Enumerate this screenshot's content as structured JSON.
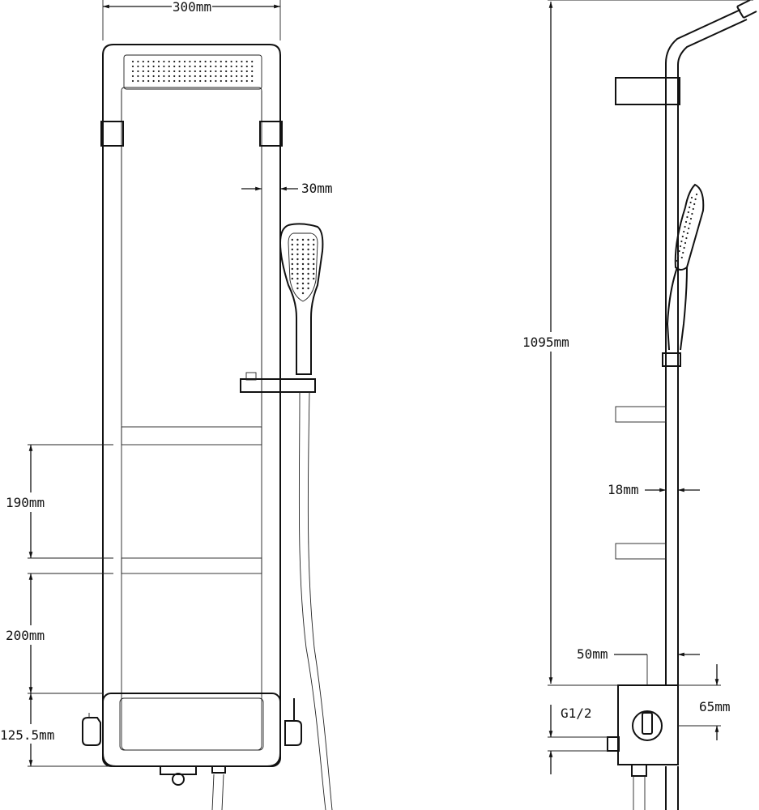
{
  "front_view": {
    "width_label": "300mm",
    "rail_width_label": "30mm",
    "shelf_spacing_label": "190mm",
    "lower_spacing_label": "200mm",
    "base_height_label": "125.5mm"
  },
  "side_view": {
    "height_label": "1095mm",
    "pipe_diameter_label": "18mm",
    "offset_label": "50mm",
    "valve_size_label": "65mm",
    "thread_label": "G1/2"
  },
  "colors": {
    "line": "#111111",
    "background": "#ffffff"
  }
}
